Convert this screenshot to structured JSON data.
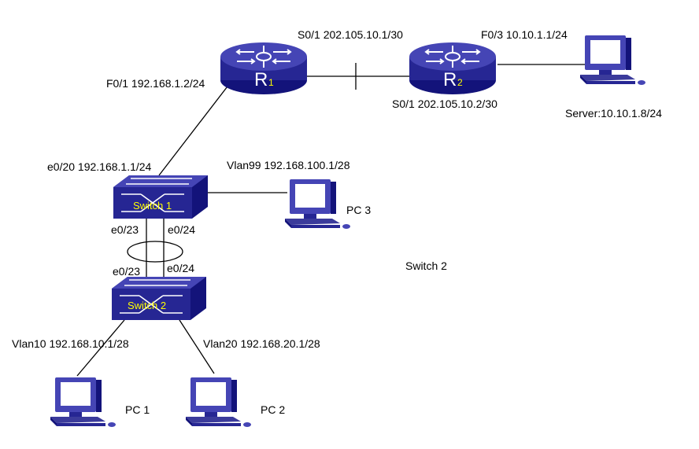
{
  "colors": {
    "device_top": "#4545b5",
    "device_front": "#262693",
    "device_side": "#13137a",
    "link": "#000000",
    "device_label": "#ffff00",
    "pc_screen": "#ffffff",
    "pc_body": "#3b3b9b"
  },
  "devices": {
    "r1": {
      "letter": "R",
      "sub": "1",
      "icon": "router-icon"
    },
    "r2": {
      "letter": "R",
      "sub": "2",
      "icon": "router-icon"
    },
    "switch1": {
      "label": "Switch 1",
      "icon": "switch-icon"
    },
    "switch2": {
      "label": "Switch 2",
      "icon": "switch-icon"
    },
    "server": {
      "label": "Server:10.10.1.8/24",
      "icon": "computer-icon"
    },
    "pc1": {
      "label": "PC 1",
      "icon": "computer-icon"
    },
    "pc2": {
      "label": "PC 2",
      "icon": "computer-icon"
    },
    "pc3": {
      "label": "PC 3",
      "icon": "computer-icon"
    }
  },
  "interfaces": {
    "r1_s01": "S0/1 202.105.10.1/30",
    "r2_f03": "F0/3 10.10.1.1/24",
    "r1_f01": "F0/1 192.168.1.2/24",
    "r2_s01": "S0/1 202.105.10.2/30",
    "sw1_e020": "e0/20 192.168.1.1/24",
    "sw1_vlan99": "Vlan99 192.168.100.1/28",
    "sw1_e023": "e0/23",
    "sw1_e024": "e0/24",
    "sw2_e023": "e0/23",
    "sw2_e024": "e0/24",
    "sw2_vlan10": "Vlan10 192.168.10.1/28",
    "sw2_vlan20": "Vlan20 192.168.20.1/28"
  },
  "floating_label": "Switch 2"
}
